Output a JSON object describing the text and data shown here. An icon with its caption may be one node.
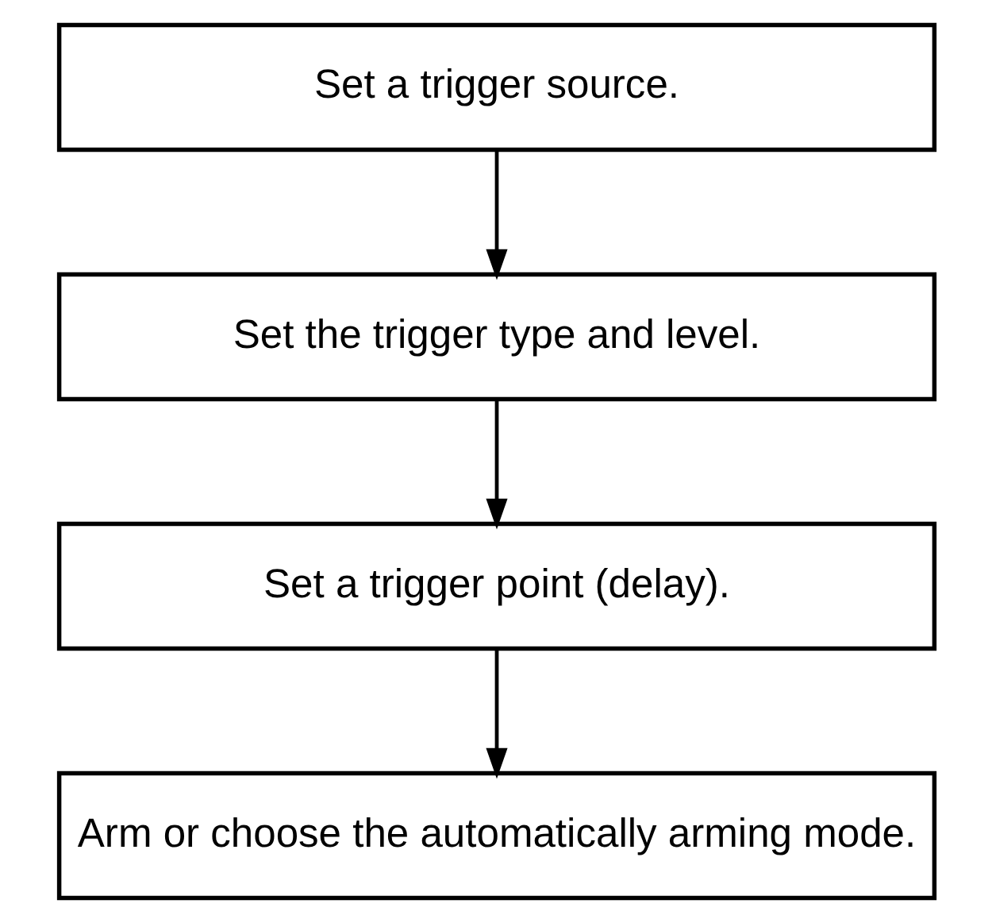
{
  "diagram": {
    "nodes": [
      {
        "text": [
          "Set a trigger source."
        ]
      },
      {
        "text": [
          "Set the trigger type and level."
        ]
      },
      {
        "text": [
          "Set a trigger point (delay)."
        ]
      },
      {
        "text": [
          "Arm or choose the automatically arming mode."
        ]
      }
    ],
    "edges": [
      {
        "from": 0,
        "to": 1,
        "arrow": "to"
      },
      {
        "from": 1,
        "to": 2,
        "arrow": "to"
      },
      {
        "from": 2,
        "to": 3,
        "arrow": "to"
      }
    ]
  }
}
